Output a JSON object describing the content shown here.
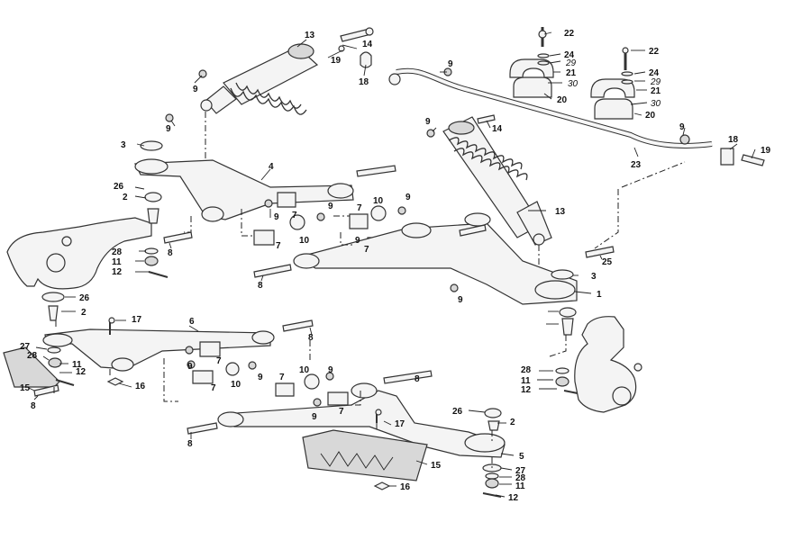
{
  "diagram": {
    "callouts": [
      {
        "id": "c13a",
        "text": "13"
      },
      {
        "id": "c14a",
        "text": "14"
      },
      {
        "id": "c19a",
        "text": "19"
      },
      {
        "id": "c18a",
        "text": "18"
      },
      {
        "id": "c9a",
        "text": "9"
      },
      {
        "id": "c9b",
        "text": "9"
      },
      {
        "id": "c9c",
        "text": "9"
      },
      {
        "id": "c22a",
        "text": "22"
      },
      {
        "id": "c24a",
        "text": "24"
      },
      {
        "id": "c29a",
        "text": "29"
      },
      {
        "id": "c21a",
        "text": "21"
      },
      {
        "id": "c30a",
        "text": "30"
      },
      {
        "id": "c20a",
        "text": "20"
      },
      {
        "id": "c22b",
        "text": "22"
      },
      {
        "id": "c24b",
        "text": "24"
      },
      {
        "id": "c29b",
        "text": "29"
      },
      {
        "id": "c21b",
        "text": "21"
      },
      {
        "id": "c30b",
        "text": "30"
      },
      {
        "id": "c20b",
        "text": "20"
      },
      {
        "id": "c9d",
        "text": "9"
      },
      {
        "id": "c14b",
        "text": "14"
      },
      {
        "id": "c9e",
        "text": "9"
      },
      {
        "id": "c18b",
        "text": "18"
      },
      {
        "id": "c19b",
        "text": "19"
      },
      {
        "id": "c23",
        "text": "23"
      },
      {
        "id": "c3a",
        "text": "3"
      },
      {
        "id": "c4",
        "text": "4"
      },
      {
        "id": "c26a",
        "text": "26"
      },
      {
        "id": "c2a",
        "text": "2"
      },
      {
        "id": "c9f",
        "text": "9"
      },
      {
        "id": "c7a",
        "text": "7"
      },
      {
        "id": "c7b",
        "text": "7"
      },
      {
        "id": "c10a",
        "text": "10"
      },
      {
        "id": "c9g",
        "text": "9"
      },
      {
        "id": "c7c",
        "text": "7"
      },
      {
        "id": "c10b",
        "text": "10"
      },
      {
        "id": "c9h",
        "text": "9"
      },
      {
        "id": "c13b",
        "text": "13"
      },
      {
        "id": "c8a",
        "text": "8"
      },
      {
        "id": "c28a",
        "text": "28"
      },
      {
        "id": "c11a",
        "text": "11"
      },
      {
        "id": "c12a",
        "text": "12"
      },
      {
        "id": "c9i",
        "text": "9"
      },
      {
        "id": "c7d",
        "text": "7"
      },
      {
        "id": "c8b",
        "text": "8"
      },
      {
        "id": "c25",
        "text": "25"
      },
      {
        "id": "c3b",
        "text": "3"
      },
      {
        "id": "c1",
        "text": "1"
      },
      {
        "id": "c9j",
        "text": "9"
      },
      {
        "id": "c26b",
        "text": "26"
      },
      {
        "id": "c2b",
        "text": "2"
      },
      {
        "id": "c17a",
        "text": "17"
      },
      {
        "id": "c6",
        "text": "6"
      },
      {
        "id": "c8c",
        "text": "8"
      },
      {
        "id": "c27a",
        "text": "27"
      },
      {
        "id": "c28b",
        "text": "28"
      },
      {
        "id": "c11b",
        "text": "11"
      },
      {
        "id": "c12b",
        "text": "12"
      },
      {
        "id": "c15a",
        "text": "15"
      },
      {
        "id": "c16a",
        "text": "16"
      },
      {
        "id": "c8d",
        "text": "8"
      },
      {
        "id": "c9k",
        "text": "9"
      },
      {
        "id": "c7e",
        "text": "7"
      },
      {
        "id": "c7f",
        "text": "7"
      },
      {
        "id": "c10c",
        "text": "10"
      },
      {
        "id": "c9l",
        "text": "9"
      },
      {
        "id": "c26c",
        "text": "26"
      },
      {
        "id": "c2c",
        "text": "2"
      },
      {
        "id": "c28c",
        "text": "28"
      },
      {
        "id": "c11c",
        "text": "11"
      },
      {
        "id": "c12c",
        "text": "12"
      },
      {
        "id": "c7g",
        "text": "7"
      },
      {
        "id": "c10d",
        "text": "10"
      },
      {
        "id": "c9m",
        "text": "9"
      },
      {
        "id": "c8e",
        "text": "8"
      },
      {
        "id": "c9n",
        "text": "9"
      },
      {
        "id": "c7h",
        "text": "7"
      },
      {
        "id": "c17b",
        "text": "17"
      },
      {
        "id": "c8f",
        "text": "8"
      },
      {
        "id": "c15b",
        "text": "15"
      },
      {
        "id": "c16b",
        "text": "16"
      },
      {
        "id": "c5",
        "text": "5"
      },
      {
        "id": "c27b",
        "text": "27"
      },
      {
        "id": "c28d",
        "text": "28"
      },
      {
        "id": "c11d",
        "text": "11"
      },
      {
        "id": "c12d",
        "text": "12"
      }
    ]
  }
}
